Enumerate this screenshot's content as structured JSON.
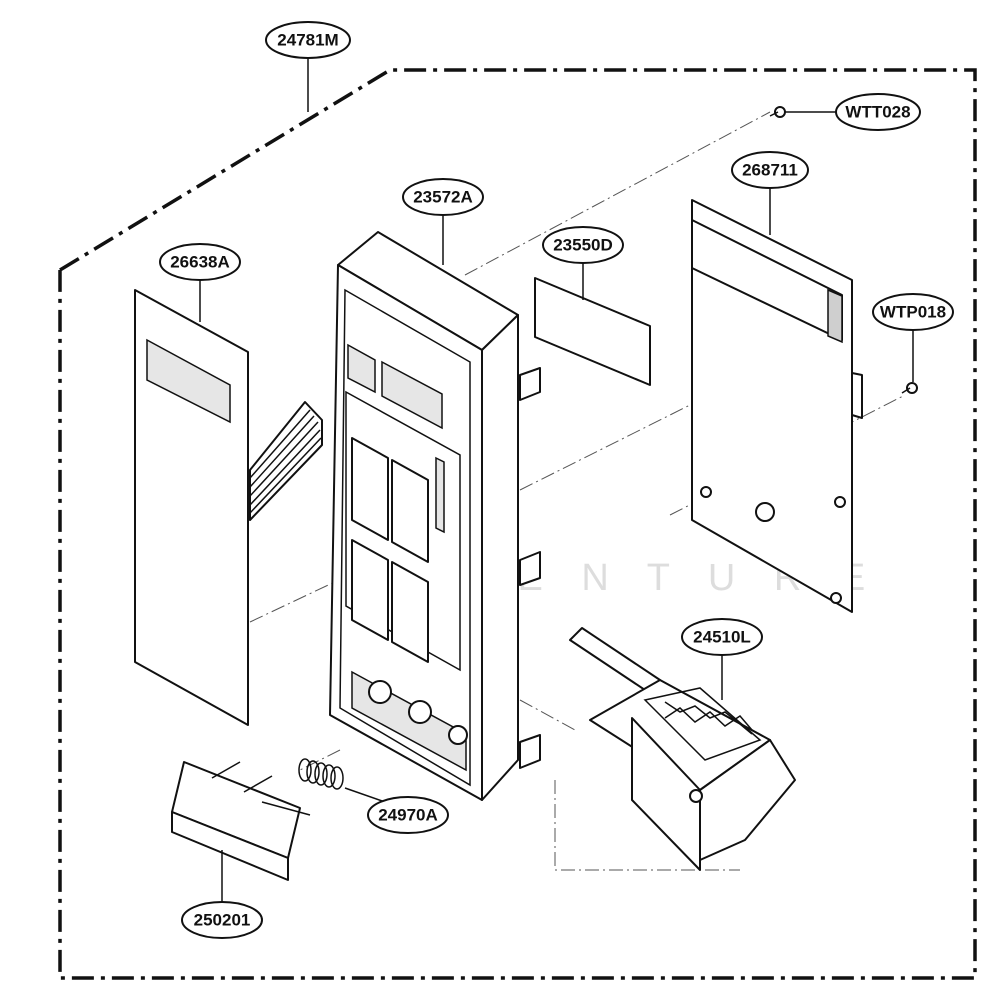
{
  "diagram": {
    "callouts": {
      "assembly": "24781M",
      "screw_top": "WTT028",
      "pcb": "268711",
      "frame": "23572A",
      "spacer": "23550D",
      "membrane": "26638A",
      "screw_side": "WTP018",
      "latch_lever": "24510L",
      "spring": "24970A",
      "door_button": "250201"
    }
  }
}
